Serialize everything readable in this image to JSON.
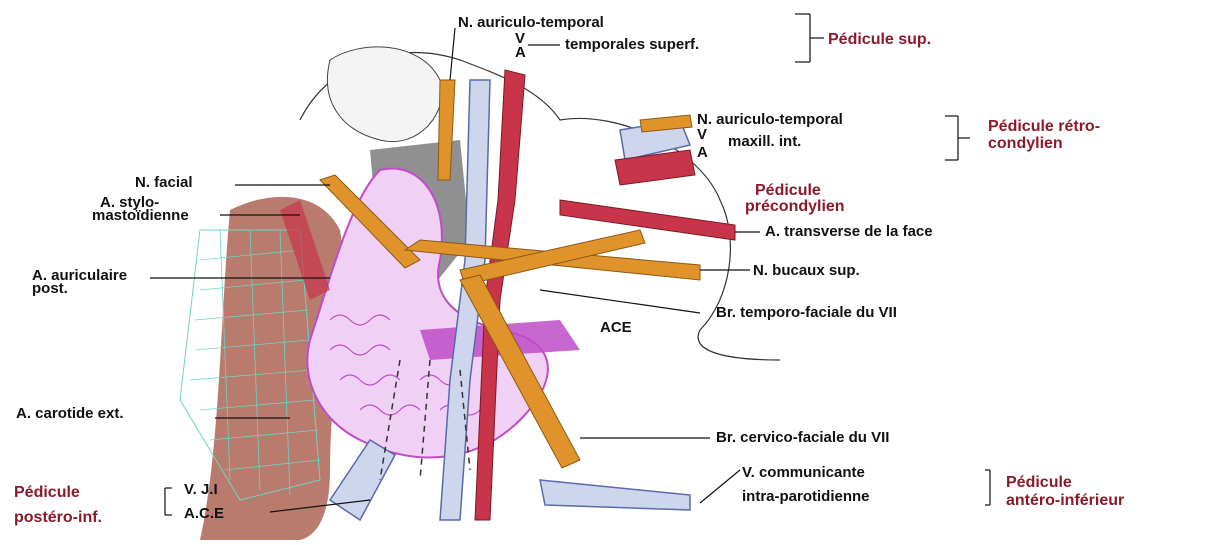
{
  "labels": {
    "n_auriculo_temporal_top": "N. auriculo-temporal",
    "v_top": "V",
    "a_top": "A",
    "temporales_superf": "temporales superf.",
    "pedicule_sup": "Pédicule sup.",
    "n_auriculo_temporal_mid": "N. auriculo-temporal",
    "v_mid": "V",
    "a_mid": "A",
    "maxill_int": "maxill. int.",
    "pedicule_retro_1": "Pédicule rétro-",
    "pedicule_retro_2": "condylien",
    "pedicule_precond_1": "Pédicule",
    "pedicule_precond_2": "précondylien",
    "a_transverse": "A. transverse de la face",
    "n_bucaux": "N. bucaux sup.",
    "br_temporo": "Br. temporo-faciale du VII",
    "ace": "ACE",
    "n_facial": "N. facial",
    "a_stylo_1": "A. stylo-",
    "a_stylo_2": "mastoïdienne",
    "a_auric_1": "A. auriculaire",
    "a_auric_2": "post.",
    "a_carotide": "A. carotide ext.",
    "br_cervico": "Br. cervico-faciale du VII",
    "v_communicante_1": "V. communicante",
    "v_communicante_2": "intra-parotidienne",
    "pedicule_antero_1": "Pédicule",
    "pedicule_antero_2": "antéro-inférieur",
    "pedicule_postero_1": "Pédicule",
    "pedicule_postero_2": "postéro-inf.",
    "vji": "V. J.I",
    "ace_lower": "A.C.E"
  },
  "colors": {
    "nerve": "#e0932a",
    "artery": "#c8344a",
    "vein": "#9bb0d8",
    "gland": "#c04cc8",
    "muscle": "#a85a4a",
    "label_red": "#8b1a2b",
    "bone": "#7d7d7d"
  }
}
